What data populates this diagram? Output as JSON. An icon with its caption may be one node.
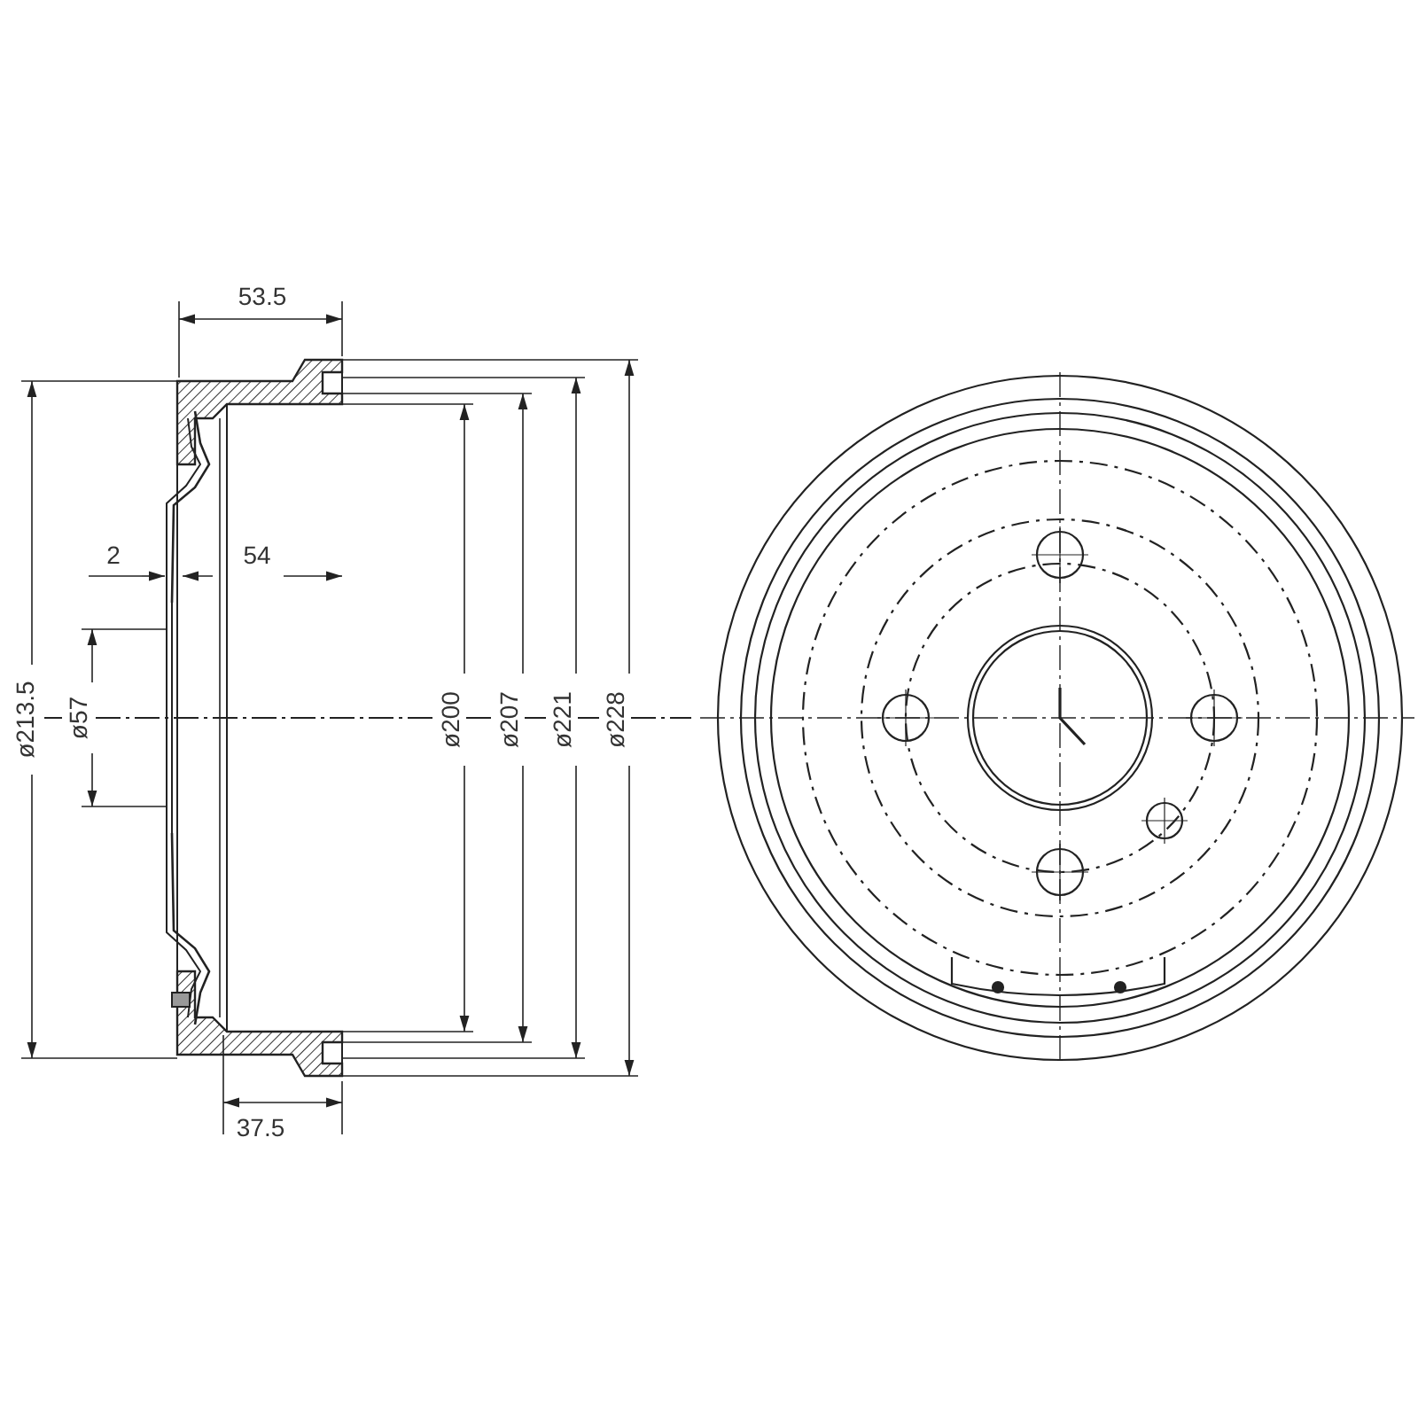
{
  "diagram": {
    "labels": [
      "53.5",
      "2",
      "54",
      "ø213.5",
      "ø57",
      "ø200",
      "ø207",
      "ø221",
      "ø228",
      "37.5"
    ]
  }
}
